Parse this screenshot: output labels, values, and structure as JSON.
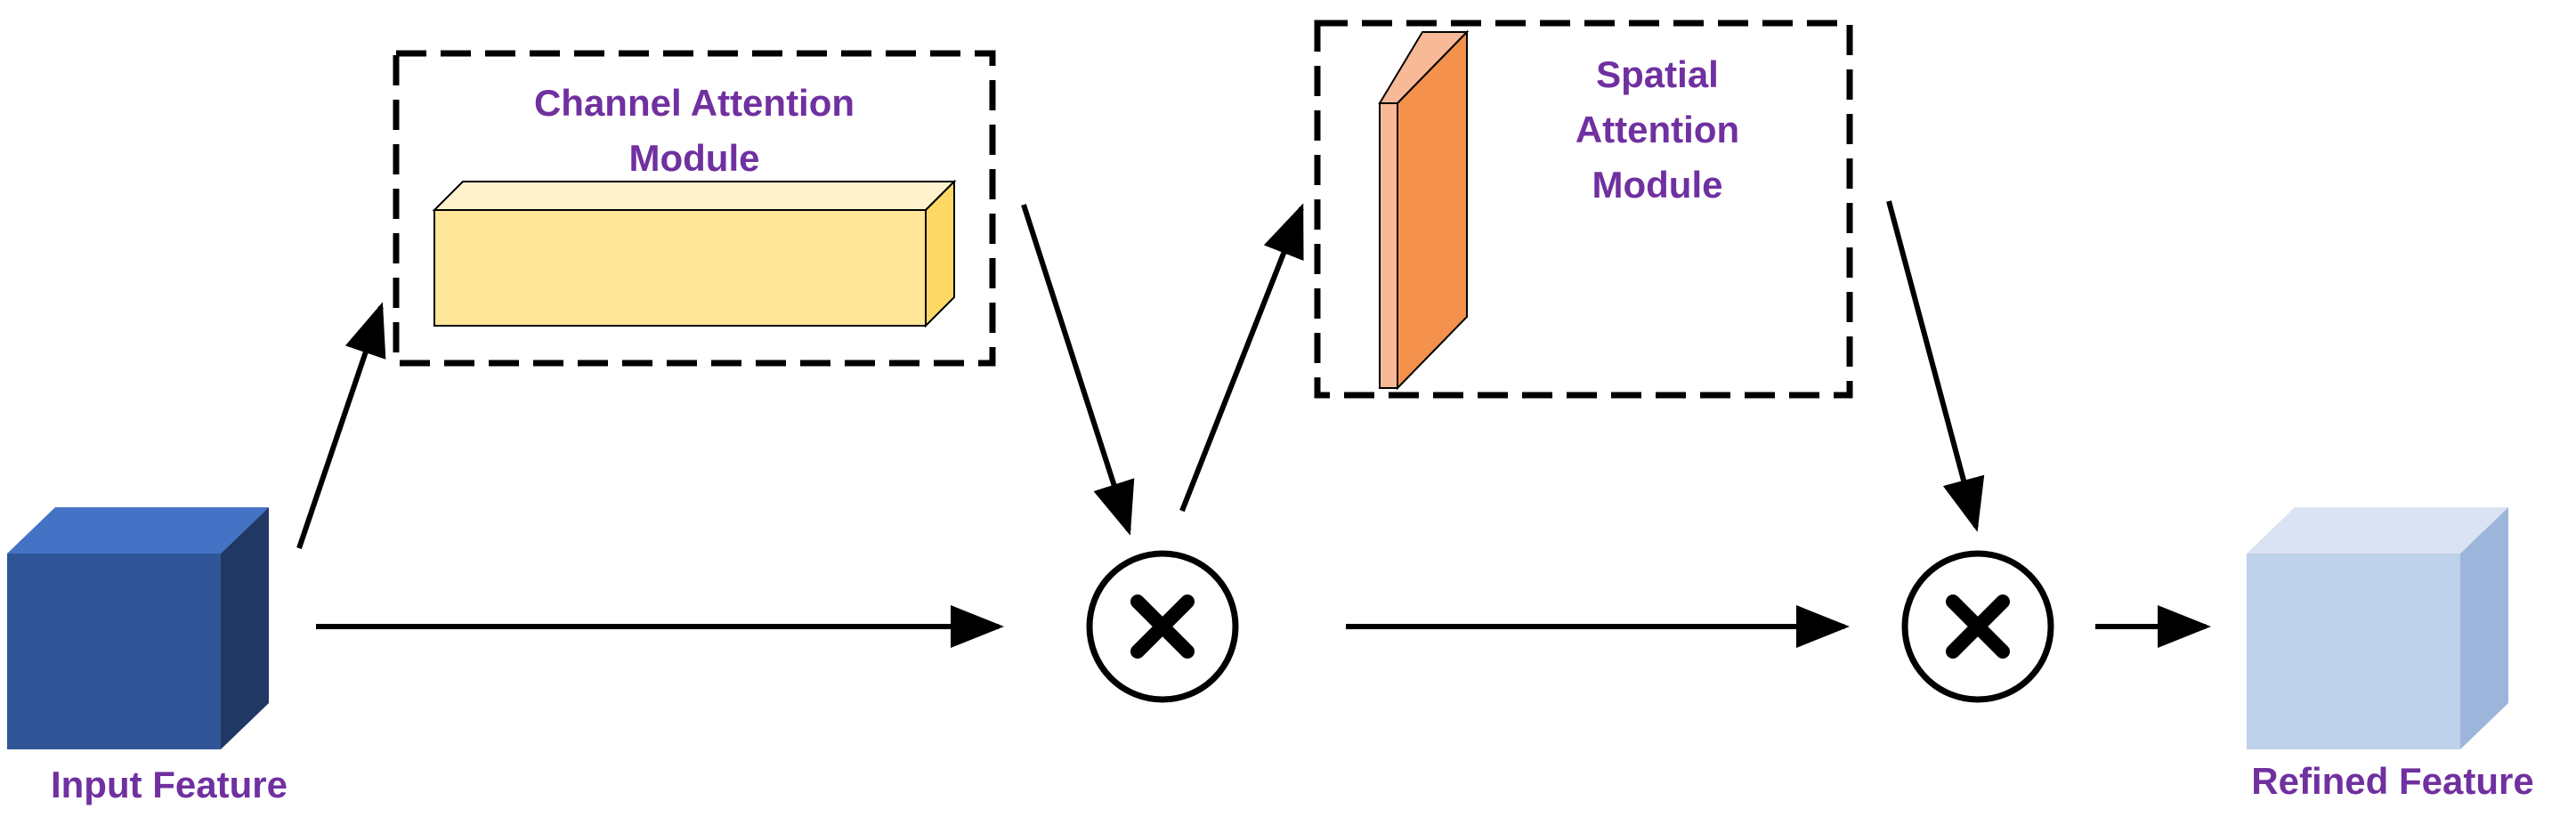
{
  "labels": {
    "input": "Input Feature",
    "output": "Refined Feature",
    "channel_module_line1": "Channel Attention",
    "channel_module_line2": "Module",
    "spatial_module_line1": "Spatial",
    "spatial_module_line2": "Attention",
    "spatial_module_line3": "Module"
  },
  "operators": {
    "multiply_1": "element-wise multiplication",
    "multiply_2": "element-wise multiplication"
  },
  "colors": {
    "label_text": "#7030a0",
    "input_cube_front": "#2f5597",
    "input_cube_top": "#4472c4",
    "input_cube_side": "#203864",
    "channel_bar_front": "#ffe699",
    "channel_bar_top": "#fff2cc",
    "channel_bar_side": "#ffd966",
    "spatial_plate_front": "#f4914c",
    "spatial_plate_side": "#f8b996",
    "output_cube_front": "#bdd1ea",
    "output_cube_top": "#dae3f3",
    "output_cube_side": "#9db5da",
    "stroke": "#000000"
  }
}
